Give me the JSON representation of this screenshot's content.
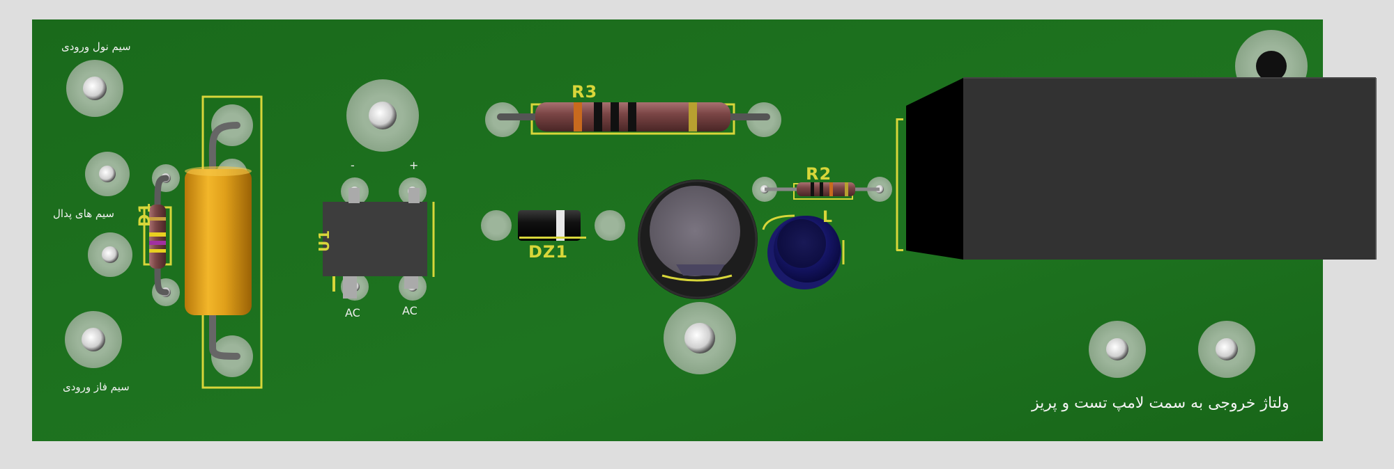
{
  "board": {
    "pcb_color": "#1b6b1c",
    "silkscreen_color": "#d8d63a",
    "labels": {
      "neutral_wire_in": "سیم نول ورودی",
      "pedal_wires": "سیم های پدال",
      "phase_wire_in": "سیم فاز ورودی",
      "output_voltage": "ولتاژ خروجی به سمت لامپ تست و پریز"
    },
    "bridge": {
      "minus": "-",
      "plus": "+",
      "ac_left": "AC",
      "ac_right": "AC"
    },
    "designators": {
      "r3": "R3",
      "r2": "R2",
      "dz1": "DZ1",
      "d_left": "D1",
      "u1": "U1",
      "l_mark": "L"
    }
  }
}
